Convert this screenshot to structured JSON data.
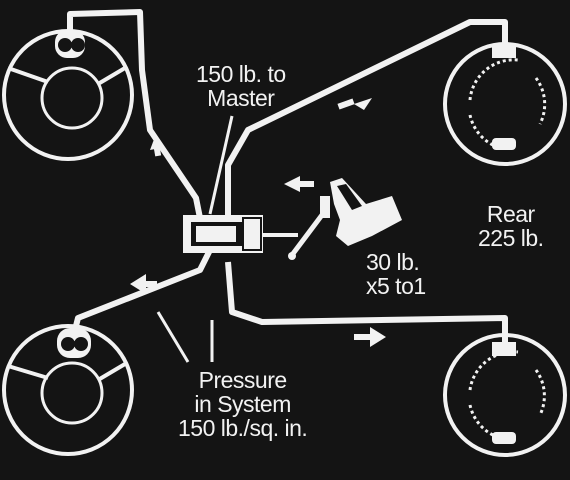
{
  "labels": {
    "master": [
      "150 lb. to",
      "Master"
    ],
    "rear": [
      "Rear",
      "225 lb."
    ],
    "ratio": [
      "30 lb.",
      "x5 to1"
    ],
    "pressure": [
      "Pressure",
      "in System",
      "150 lb./sq. in."
    ]
  },
  "colors": {
    "background": "#141414",
    "line": "#f2f2f2",
    "dark": "#141414"
  }
}
